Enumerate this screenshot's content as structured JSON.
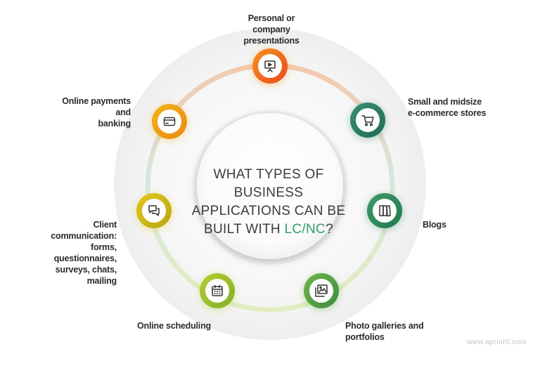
{
  "center": {
    "line1": "WHAT TYPES OF BUSINESS",
    "line2": "APPLICATIONS CAN BE",
    "line3_prefix": "BUILT WITH ",
    "line3_accent": "LC/NC",
    "line3_suffix": "?"
  },
  "nodes": [
    {
      "id": "presentations",
      "icon": "presentation-board-icon",
      "color_a": "#f7941d",
      "color_b": "#e8491d",
      "label_lines": [
        "Personal or company",
        "presentations"
      ]
    },
    {
      "id": "ecommerce",
      "icon": "shopping-cart-icon",
      "color_a": "#3a8f74",
      "color_b": "#1f6b55",
      "label_lines": [
        "Small and midsize",
        "e-commerce stores"
      ]
    },
    {
      "id": "blogs",
      "icon": "book-icon",
      "color_a": "#3d9a6a",
      "color_b": "#237a4e",
      "label_lines": [
        "Blogs"
      ]
    },
    {
      "id": "galleries",
      "icon": "image-gallery-icon",
      "color_a": "#6fb24e",
      "color_b": "#3c8f3c",
      "label_lines": [
        "Photo galleries and",
        "portfolios"
      ]
    },
    {
      "id": "scheduling",
      "icon": "calendar-icon",
      "color_a": "#b8cf2f",
      "color_b": "#7fae2c",
      "label_lines": [
        "Online scheduling"
      ]
    },
    {
      "id": "communication",
      "icon": "chat-bubbles-icon",
      "color_a": "#e3c61c",
      "color_b": "#b9a514",
      "label_lines": [
        "Client communication:",
        "forms, questionnaires,",
        "surveys, chats, mailing"
      ]
    },
    {
      "id": "payments",
      "icon": "credit-card-icon",
      "color_a": "#f4b21c",
      "color_b": "#e88a12",
      "label_lines": [
        "Online payments and",
        "banking"
      ]
    }
  ],
  "watermark": "www.apriorit.com"
}
